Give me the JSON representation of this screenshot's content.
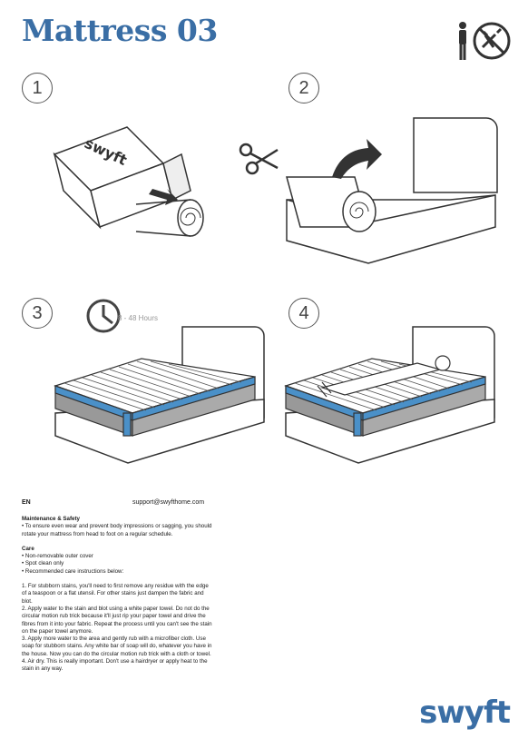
{
  "title": "Mattress 03",
  "icons": {
    "person": "person-icon",
    "no_tools": "no-tools-icon"
  },
  "steps": [
    {
      "number": "1"
    },
    {
      "number": "2"
    },
    {
      "number": "3",
      "duration": "8 - 48 Hours"
    },
    {
      "number": "4"
    }
  ],
  "box_brand": "swyft",
  "info": {
    "language": "EN",
    "support": "support@swyfthome.com",
    "maintenance_title": "Maintenance & Safety",
    "maintenance_text": "• To ensure even wear and prevent body impressions or sagging, you should rotate your mattress from head to foot on a regular schedule.",
    "care_title": "Care",
    "care_items": [
      "• Non-removable outer cover",
      "• Spot clean only",
      "• Recommended care instructions below:"
    ],
    "instructions": [
      "1.      For stubborn stains, you'll need to first remove any residue with the edge of a teaspoon or a flat utensil. For other stains just dampen the fabric and blot.",
      "2.      Apply water to the stain and blot using a white paper towel. Do not do the circular motion rub trick because it'll just rip your paper towel and drive the fibres from it into your fabric. Repeat the process until you can't see the stain on the paper towel anymore.",
      "3.      Apply more water to the area and gently rub with a microfiber cloth. Use soap for stubborn stains. Any white bar of soap will do, whatever you have in the house. Now you can do the circular motion rub trick with a cloth or towel.",
      "4.      Air dry. This is really important. Don't use a hairdryer or apply heat to the stain in any way."
    ]
  },
  "brand": "swyft",
  "colors": {
    "accent": "#3a6ea5",
    "mattress_blue": "#4a90c8"
  }
}
